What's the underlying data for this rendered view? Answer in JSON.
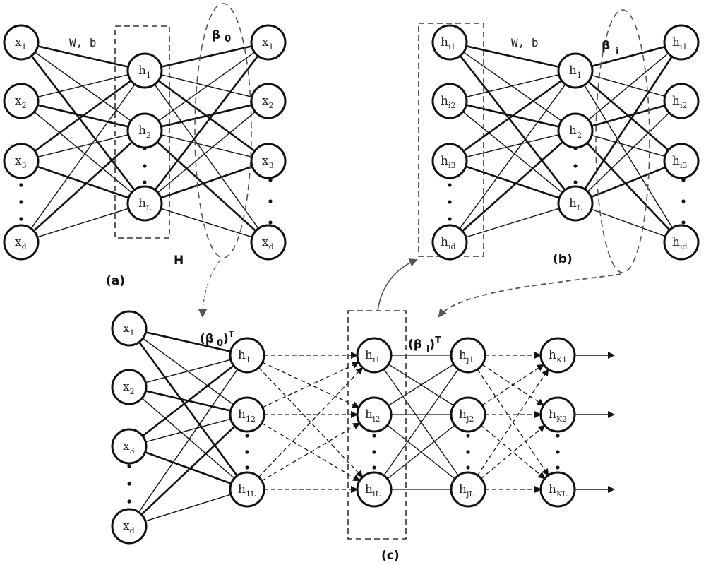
{
  "panel_a": {
    "caption": "(a)",
    "weight_label": "W, b",
    "beta_label": {
      "base": "β",
      "sub": "0"
    },
    "hidden_label": "H",
    "inputs": [
      {
        "b": "x",
        "s": "1"
      },
      {
        "b": "x",
        "s": "2"
      },
      {
        "b": "x",
        "s": "3"
      },
      {
        "b": "x",
        "s": "d"
      }
    ],
    "hidden": [
      {
        "b": "h",
        "s": "1"
      },
      {
        "b": "h",
        "s": "2"
      },
      {
        "b": "h",
        "s": "L"
      }
    ],
    "outputs": [
      {
        "b": "x",
        "s": "1"
      },
      {
        "b": "x",
        "s": "2"
      },
      {
        "b": "x",
        "s": "3"
      },
      {
        "b": "x",
        "s": "d"
      }
    ]
  },
  "panel_b": {
    "caption": "(b)",
    "weight_label": "W, b",
    "beta_label": {
      "base": "β",
      "sub": "i"
    },
    "inputs": [
      {
        "b": "h",
        "s": "i1"
      },
      {
        "b": "h",
        "s": "i2"
      },
      {
        "b": "h",
        "s": "i3"
      },
      {
        "b": "h",
        "s": "id"
      }
    ],
    "hidden": [
      {
        "b": "h",
        "s": "1"
      },
      {
        "b": "h",
        "s": "2"
      },
      {
        "b": "h",
        "s": "L"
      }
    ],
    "outputs": [
      {
        "b": "h",
        "s": "i1"
      },
      {
        "b": "h",
        "s": "i2"
      },
      {
        "b": "h",
        "s": "i3"
      },
      {
        "b": "h",
        "s": "id"
      }
    ]
  },
  "panel_c": {
    "caption": "(c)",
    "beta0_label": {
      "base": "(β",
      "sub": "0",
      "tail": ")",
      "sup": "T"
    },
    "betai_label": {
      "base": "(β",
      "sub": "i",
      "tail": ")",
      "sup": "T"
    },
    "inputs": [
      {
        "b": "x",
        "s": "1"
      },
      {
        "b": "x",
        "s": "2"
      },
      {
        "b": "x",
        "s": "3"
      },
      {
        "b": "x",
        "s": "d"
      }
    ],
    "layer1": [
      {
        "b": "h",
        "s": "11"
      },
      {
        "b": "h",
        "s": "12"
      },
      {
        "b": "h",
        "s": "1L"
      }
    ],
    "layer_i": [
      {
        "b": "h",
        "s": "i1"
      },
      {
        "b": "h",
        "s": "i2"
      },
      {
        "b": "h",
        "s": "iL"
      }
    ],
    "layer_j": [
      {
        "b": "h",
        "s": "j1"
      },
      {
        "b": "h",
        "s": "j2"
      },
      {
        "b": "h",
        "s": "jL"
      }
    ],
    "layer_k": [
      {
        "b": "h",
        "s": "K1"
      },
      {
        "b": "h",
        "s": "K2"
      },
      {
        "b": "h",
        "s": "KL"
      }
    ]
  }
}
